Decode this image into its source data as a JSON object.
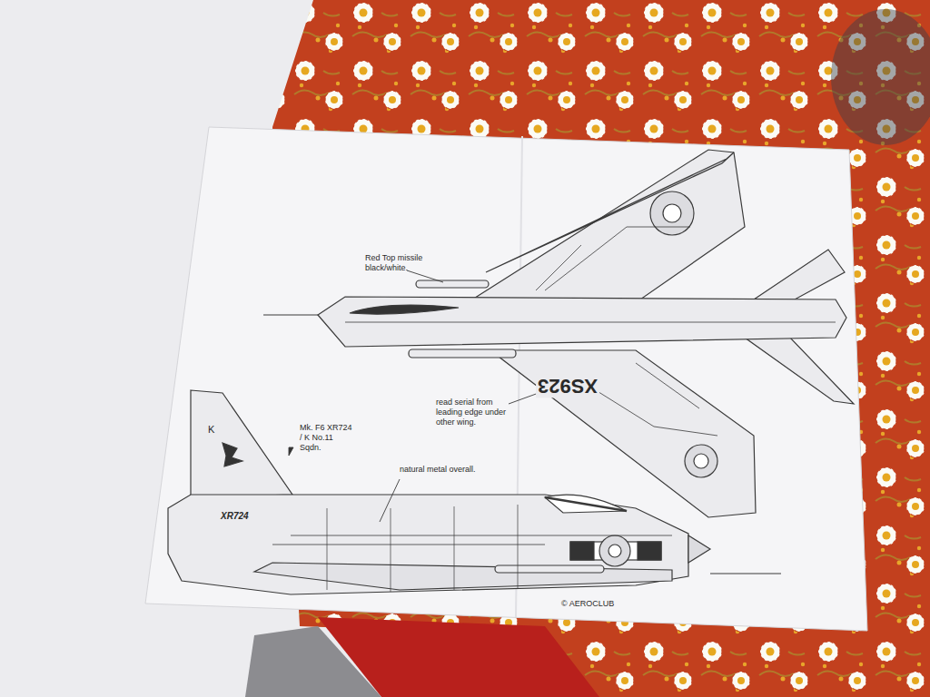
{
  "diagram": {
    "labels": [
      "Red Top missile black/white.",
      "read serial from leading edge under other wing.",
      "Mk. F6 XR724 / K No.11 Sqdn.",
      "natural metal overall.",
      "XS923",
      "XR724",
      "K",
      "© AEROCLUB"
    ]
  }
}
